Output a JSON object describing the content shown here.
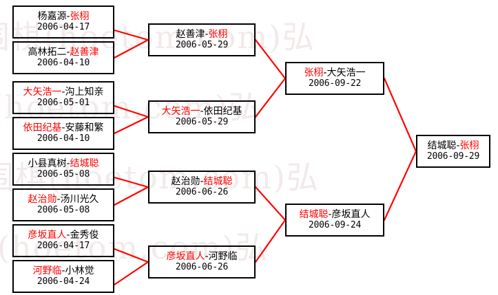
{
  "watermark": {
    "text": "围棋(hoetom.com)弘",
    "color": "#f2eaea"
  },
  "colors": {
    "winner": "#ff0000",
    "loser": "#000000",
    "box_border": "#000000",
    "connector": "#ff0000",
    "background": "#ffffff"
  },
  "bracket": {
    "separator": "-",
    "rounds": [
      {
        "name": "round-1",
        "matches": [
          {
            "left": "杨嘉源",
            "right": "张栩",
            "winner": "right",
            "date": "2006-04-17"
          },
          {
            "left": "高林拓二",
            "right": "赵善津",
            "winner": "right",
            "date": "2006-04-10"
          },
          {
            "left": "大矢浩一",
            "right": "沟上知亲",
            "winner": "left",
            "date": "2006-05-01"
          },
          {
            "left": "依田纪基",
            "right": "安藤和繁",
            "winner": "left",
            "date": "2006-04-10"
          },
          {
            "left": "小县真树",
            "right": "结城聪",
            "winner": "right",
            "date": "2006-05-08"
          },
          {
            "left": "赵治勋",
            "right": "汤川光久",
            "winner": "left",
            "date": "2006-05-08"
          },
          {
            "left": "彦坂直人",
            "right": "金秀俊",
            "winner": "left",
            "date": "2006-04-17"
          },
          {
            "left": "河野临",
            "right": "小林觉",
            "winner": "left",
            "date": "2006-04-24"
          }
        ]
      },
      {
        "name": "round-2",
        "matches": [
          {
            "left": "赵善津",
            "right": "张栩",
            "winner": "right",
            "date": "2006-05-29"
          },
          {
            "left": "大矢浩一",
            "right": "依田纪基",
            "winner": "left",
            "date": "2006-05-29"
          },
          {
            "left": "赵治勋",
            "right": "结城聪",
            "winner": "right",
            "date": "2006-06-26"
          },
          {
            "left": "彦坂直人",
            "right": "河野临",
            "winner": "left",
            "date": "2006-06-26"
          }
        ]
      },
      {
        "name": "semifinal",
        "matches": [
          {
            "left": "张栩",
            "right": "大矢浩一",
            "winner": "left",
            "date": "2006-09-22"
          },
          {
            "left": "结城聪",
            "right": "彦坂直人",
            "winner": "left",
            "date": "2006-09-24"
          }
        ]
      },
      {
        "name": "final",
        "matches": [
          {
            "left": "结城聪",
            "right": "张栩",
            "winner": "right",
            "date": "2006-09-29"
          }
        ]
      }
    ]
  }
}
